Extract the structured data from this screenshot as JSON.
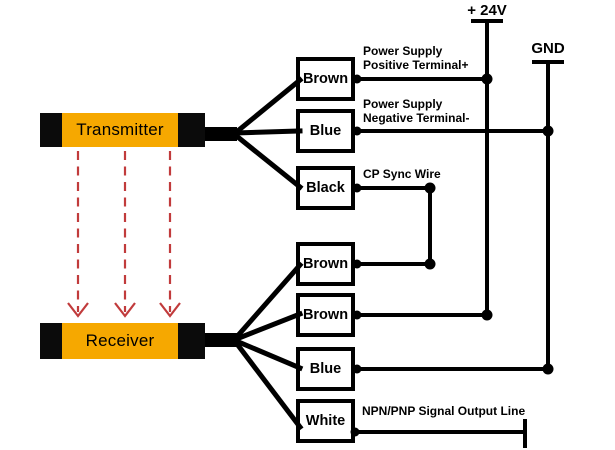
{
  "devices": {
    "transmitter": {
      "label": "Transmitter"
    },
    "receiver": {
      "label": "Receiver"
    }
  },
  "rails": {
    "power": {
      "label": "+ 24V"
    },
    "ground": {
      "label": "GND"
    }
  },
  "transmitter_wires": [
    {
      "label": "Brown",
      "annotation": [
        "Power Supply",
        "Positive Terminal+"
      ]
    },
    {
      "label": "Blue",
      "annotation": [
        "Power Supply",
        "Negative Terminal-"
      ]
    },
    {
      "label": "Black",
      "annotation": [
        "CP Sync Wire"
      ]
    }
  ],
  "receiver_wires": [
    {
      "label": "Brown"
    },
    {
      "label": "Brown"
    },
    {
      "label": "Blue"
    },
    {
      "label": "White",
      "annotation": [
        "NPN/PNP Signal Output Line"
      ]
    }
  ],
  "colors": {
    "device_body": "#F6A800",
    "device_cap": "#0B0B0B",
    "wire": "#000000",
    "beam_arrow": "#C13B3C",
    "box_background": "#FFFFFF",
    "text": "#000000",
    "background": "#FFFFFF"
  }
}
